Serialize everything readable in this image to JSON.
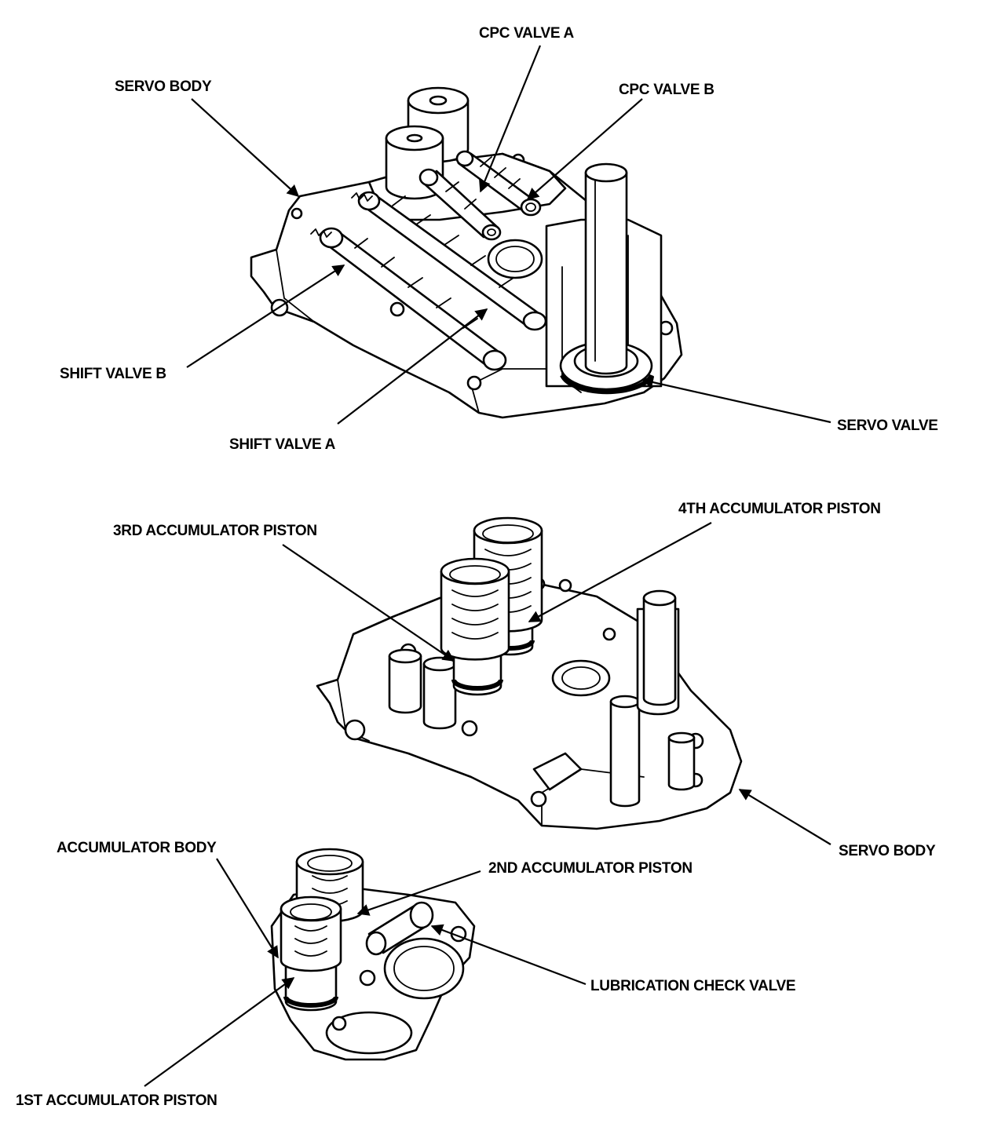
{
  "labels": {
    "cpc_valve_a": "CPC VALVE A",
    "cpc_valve_b": "CPC VALVE B",
    "servo_body_top": "SERVO BODY",
    "shift_valve_b": "SHIFT VALVE B",
    "shift_valve_a": "SHIFT VALVE A",
    "servo_valve": "SERVO VALVE",
    "accum_3rd": "3RD ACCUMULATOR PISTON",
    "accum_4th": "4TH ACCUMULATOR PISTON",
    "servo_body_mid": "SERVO BODY",
    "accumulator_body": "ACCUMULATOR BODY",
    "accum_2nd": "2ND ACCUMULATOR PISTON",
    "lubrication_check_valve": "LUBRICATION CHECK VALVE",
    "accum_1st": "1ST ACCUMULATOR PISTON"
  },
  "colors": {
    "ink": "#000000",
    "paper": "#ffffff"
  }
}
